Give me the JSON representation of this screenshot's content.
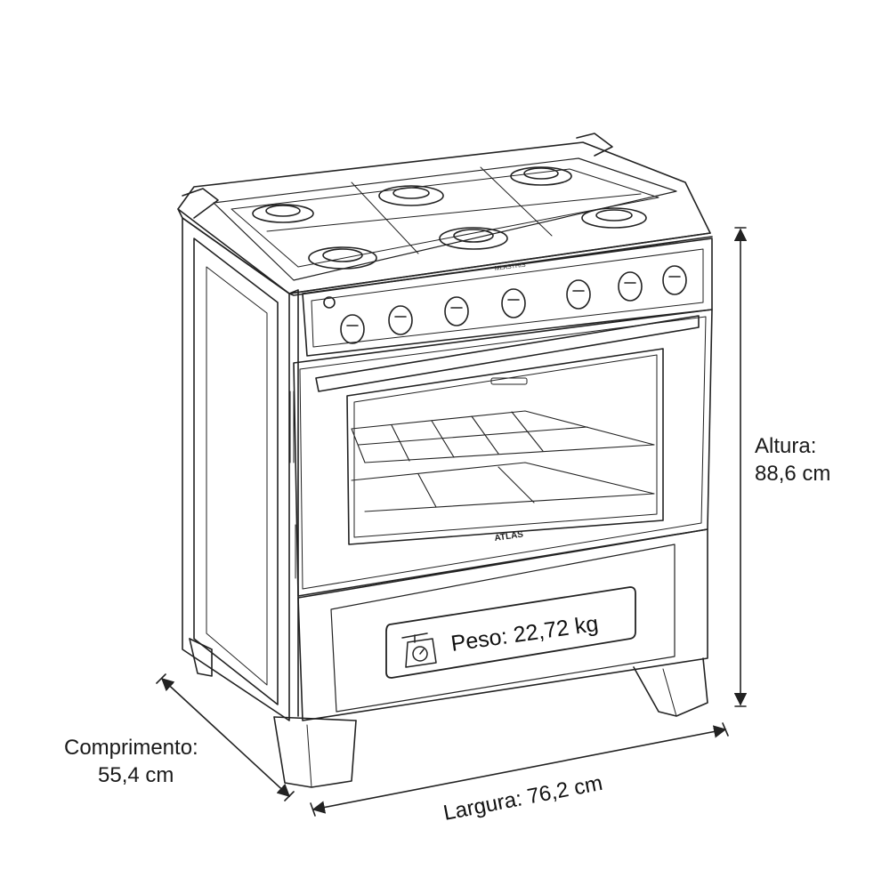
{
  "dimensions": {
    "height_label": "Altura:",
    "height_value": "88,6 cm",
    "width_label": "Largura: 76,2 cm",
    "depth_label": "Comprimento:",
    "depth_value": "55,4 cm",
    "weight_label": "Peso: 22,72 kg"
  },
  "stove": {
    "brand": "ATLAS",
    "control_panel_text": "MLASTHIS"
  },
  "icons": {
    "scale": "scale-icon",
    "arrows": "dimension-arrow-icon"
  },
  "colors": {
    "line": "#222222",
    "background": "#ffffff"
  }
}
